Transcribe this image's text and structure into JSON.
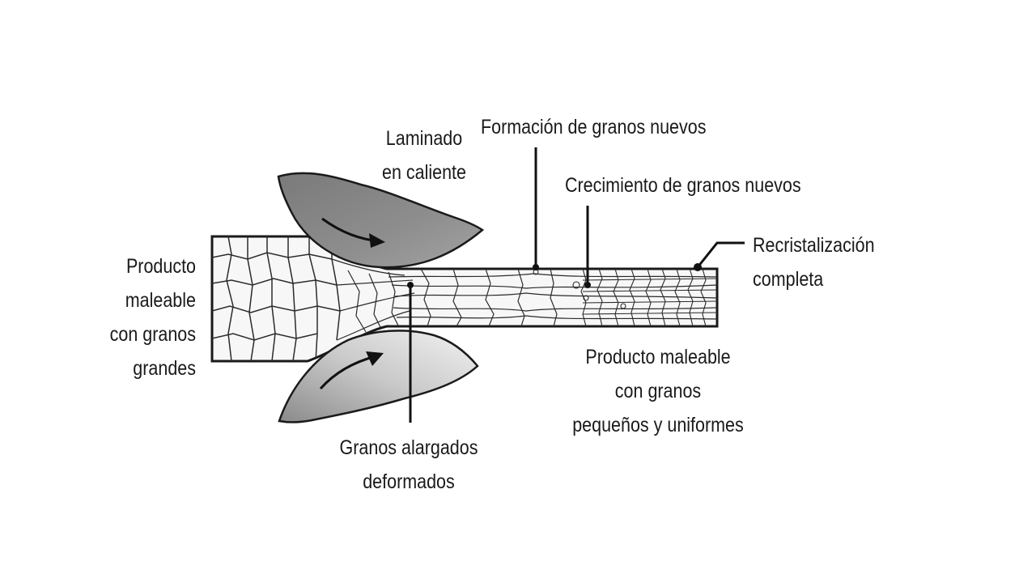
{
  "labels": {
    "hot_rolling": [
      "Laminado",
      "en caliente"
    ],
    "new_grain_formation": "Formación de granos nuevos",
    "new_grain_growth": "Crecimiento de granos nuevos",
    "full_recrystallization": [
      "Recristalización",
      "completa"
    ],
    "input_product": [
      "Producto",
      "maleable",
      "con granos",
      "grandes"
    ],
    "elongated_grains": [
      "Granos alargados",
      "deformados"
    ],
    "output_product": [
      "Producto maleable",
      "con granos",
      "pequeños y uniformes"
    ]
  }
}
